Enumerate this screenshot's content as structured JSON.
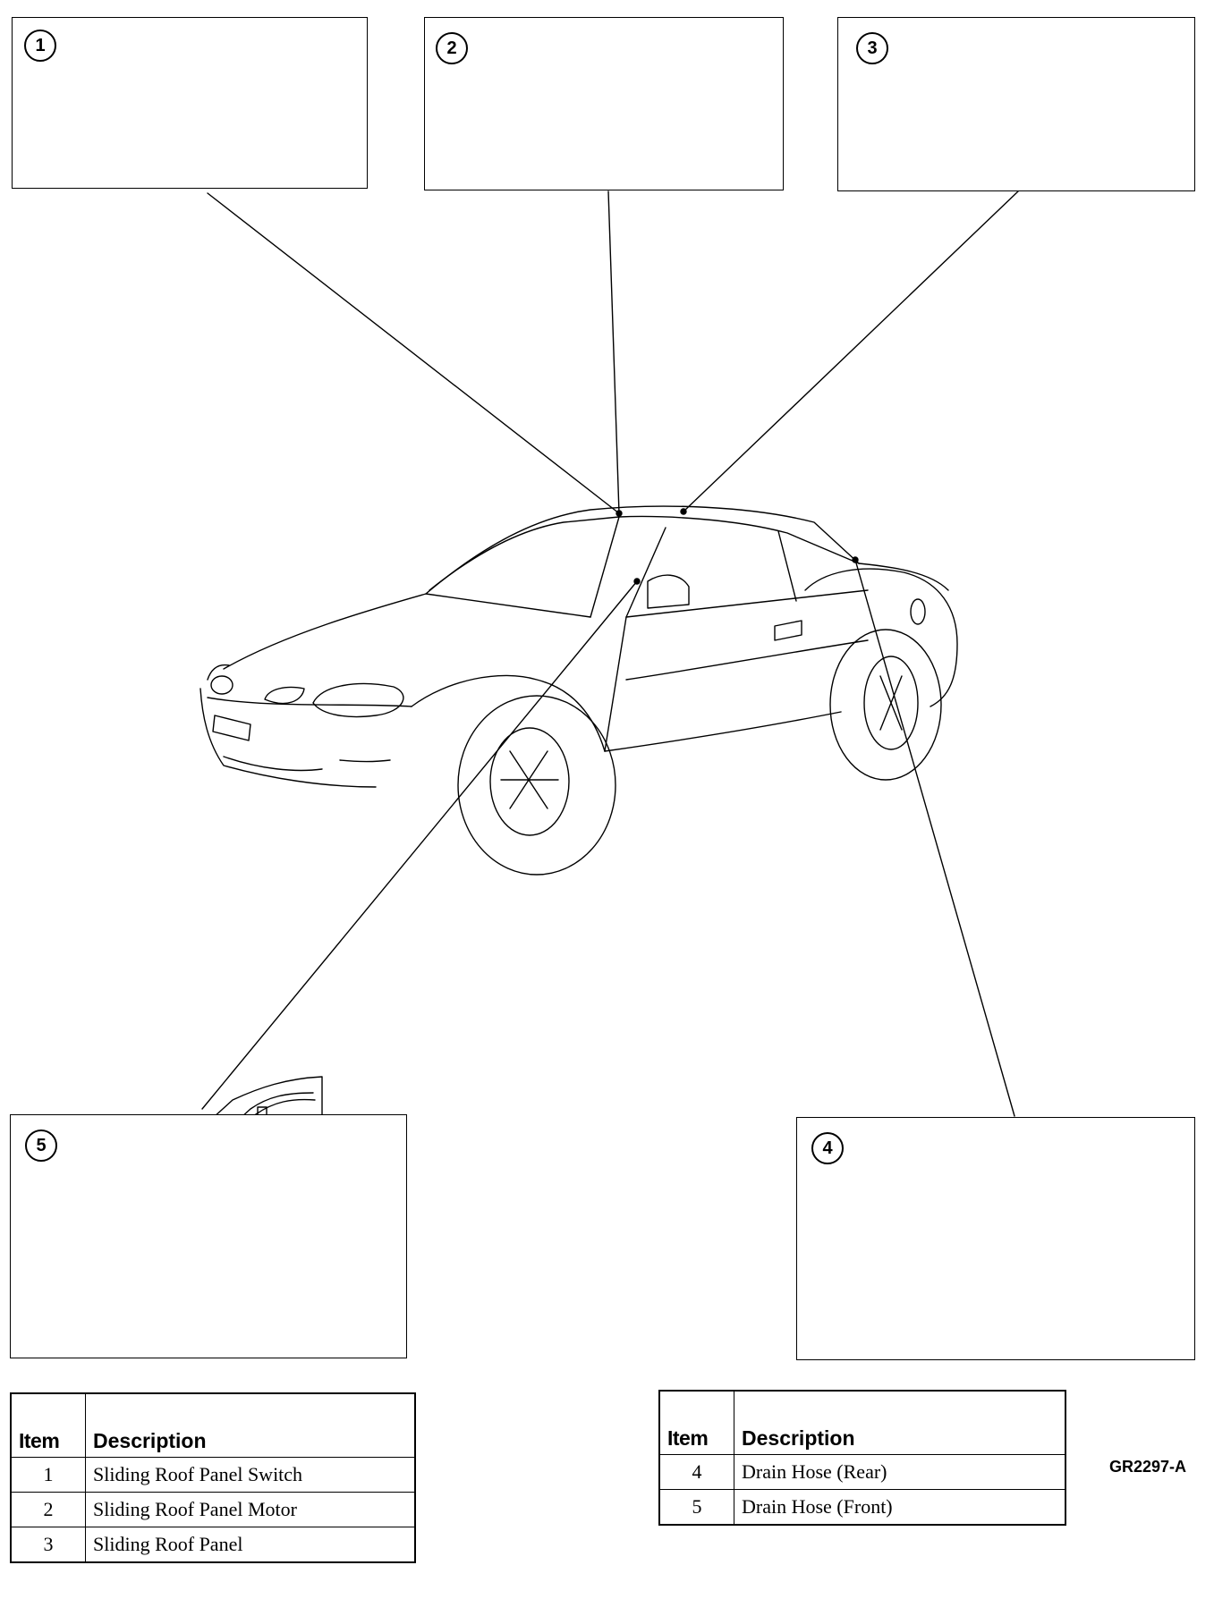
{
  "callouts": {
    "switch": "1",
    "motor": "2",
    "panel": "3",
    "rear_hose": "4",
    "front_hose": "5"
  },
  "figure_id": "GR2297-A",
  "tables": [
    {
      "header": {
        "item": "Item",
        "description": "Description"
      },
      "rows": [
        {
          "item": "1",
          "description": "Sliding Roof Panel Switch"
        },
        {
          "item": "2",
          "description": "Sliding Roof Panel Motor"
        },
        {
          "item": "3",
          "description": "Sliding Roof Panel"
        }
      ]
    },
    {
      "header": {
        "item": "Item",
        "description": "Description"
      },
      "rows": [
        {
          "item": "4",
          "description": "Drain Hose (Rear)"
        },
        {
          "item": "5",
          "description": "Drain Hose (Front)"
        }
      ]
    }
  ]
}
